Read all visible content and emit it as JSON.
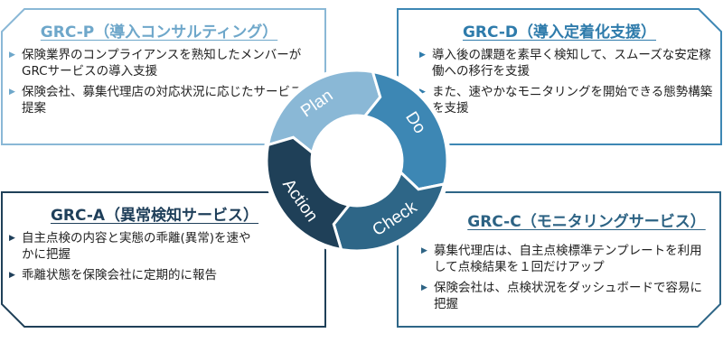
{
  "colors": {
    "plan": "#8ab8d6",
    "do": "#3d87b4",
    "check": "#2e6687",
    "action": "#1f4058"
  },
  "cycle": {
    "plan": "Plan",
    "do": "Do",
    "check": "Check",
    "action": "Action"
  },
  "boxes": {
    "p": {
      "title": "GRC-P（導入コンサルティング）",
      "color": "#6ea7ca",
      "items": [
        "保険業界のコンプライアンスを熟知したメンバーがGRCサービスの導入支援",
        "保険会社、募集代理店の対応状況に応じたサービスを提案"
      ]
    },
    "d": {
      "title": "GRC-D（導入定着化支援）",
      "color": "#2e7bab",
      "items": [
        "導入後の課題を素早く検知して、スムーズな安定稼働への移行を支援",
        "また、速やかなモニタリングを開始できる態勢構築を支援"
      ]
    },
    "a": {
      "title": "GRC-A（異常検知サービス）",
      "color": "#1f3f5a",
      "items": [
        "自主点検の内容と実態の乖離(異常)を速やかに把握",
        "乖離状態を保険会社に定期的に報告"
      ]
    },
    "c": {
      "title": "GRC-C（モニタリングサービス）",
      "color": "#2d6384",
      "items": [
        "募集代理店は、自主点検標準テンプレートを利用して点検結果を１回だけアップ",
        "保険会社は、点検状況をダッシュボードで容易に把握"
      ]
    }
  }
}
